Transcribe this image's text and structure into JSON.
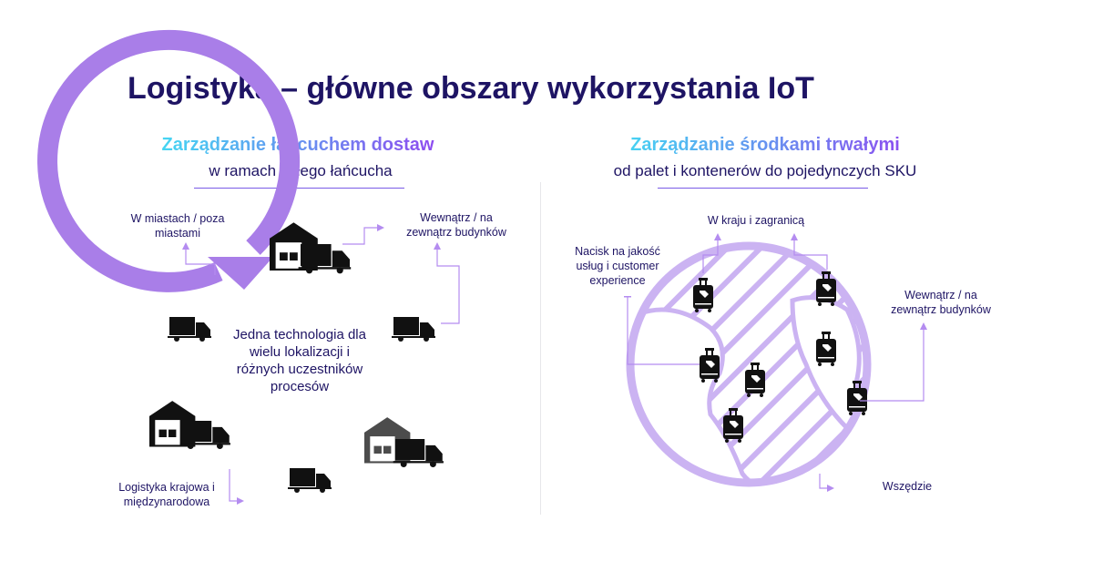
{
  "title": "Logistyka – główne obszary wykorzystania IoT",
  "left": {
    "heading": "Zarządzanie łańcuchem dostaw",
    "subheading": "w ramach całego łańcucha",
    "center_text": [
      "Jedna technologia dla",
      "wielu lokalizacji i",
      "różnych uczestników",
      "procesów"
    ],
    "labels": {
      "cities": [
        "W miastach / poza",
        "miastami"
      ],
      "buildings": [
        "Wewnątrz / na",
        "zewnątrz budynków"
      ],
      "national": [
        "Logistyka krajowa i",
        "międzynarodowa"
      ]
    }
  },
  "right": {
    "heading": "Zarządzanie środkami trwałymi",
    "subheading": "od palet i kontenerów do pojedynczych SKU",
    "labels": {
      "country": "W kraju i zagranicą",
      "quality": [
        "Nacisk na jakość",
        "usług i customer",
        "experience"
      ],
      "buildings": [
        "Wewnątrz / na",
        "zewnątrz budynków"
      ],
      "everywhere": "Wszędzie"
    }
  },
  "colors": {
    "title": "#1e1464",
    "ring": "#a97ee8",
    "globe": "#cbb3f2",
    "connector": "#b48cf0"
  }
}
